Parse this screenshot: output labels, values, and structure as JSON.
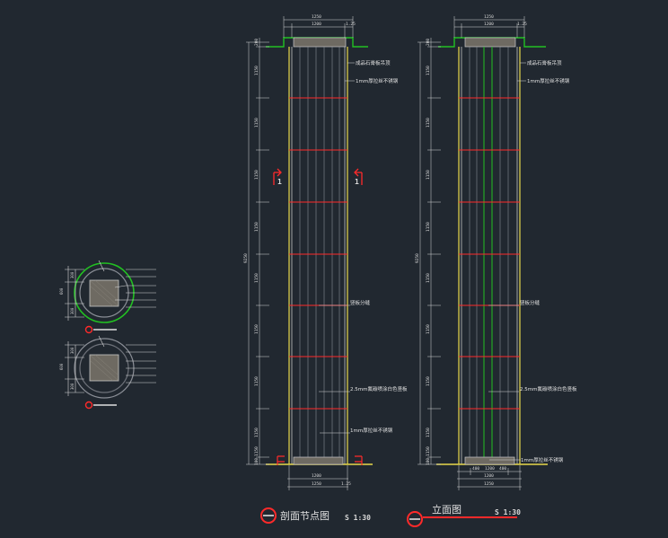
{
  "drawing": {
    "background": "#212830",
    "colors": {
      "line": "#d8d8d8",
      "red": "#ff2a2a",
      "yellow": "#e8d84a",
      "green": "#22c022",
      "grey": "#8a8e96"
    }
  },
  "section_view": {
    "top_dims": [
      "1250",
      "1200",
      "1.25"
    ],
    "bottom_dims": [
      "1200",
      "1.25",
      "1250"
    ],
    "side_dims": [
      "200",
      "1150",
      "1150",
      "1150",
      "1150",
      "1150",
      "1150",
      "1150",
      "1150",
      "1150",
      "100"
    ],
    "total_height": "9250",
    "annotations": [
      "成品石膏板吊顶",
      "1mm厚拉丝不锈钢",
      "竖板分缝",
      "2.5mm氟碳喷涂白色竖板",
      "1mm厚拉丝不锈钢"
    ],
    "section_marker": "1",
    "title": "剖面节点图",
    "scale": "S 1:30"
  },
  "elevation_view": {
    "top_dims": [
      "1250",
      "1200",
      "1.25"
    ],
    "bottom_dims": [
      "400",
      "1200",
      "400",
      "1200",
      "1250"
    ],
    "side_dims": [
      "200",
      "1150",
      "1150",
      "1150",
      "1150",
      "1150",
      "1150",
      "1150",
      "1150",
      "1150",
      "100"
    ],
    "total_height": "9250",
    "annotations": [
      "成品石膏板吊顶",
      "1mm厚拉丝不锈钢",
      "竖板分缝",
      "2.5mm氟碳喷涂白色竖板",
      "1mm厚拉丝不锈钢"
    ],
    "title": "立面图",
    "scale": "S 1:30"
  },
  "plan_details": {
    "detail_a_dims": [
      "600",
      "300",
      "300"
    ],
    "detail_b_dims": [
      "600",
      "300",
      "300"
    ]
  }
}
